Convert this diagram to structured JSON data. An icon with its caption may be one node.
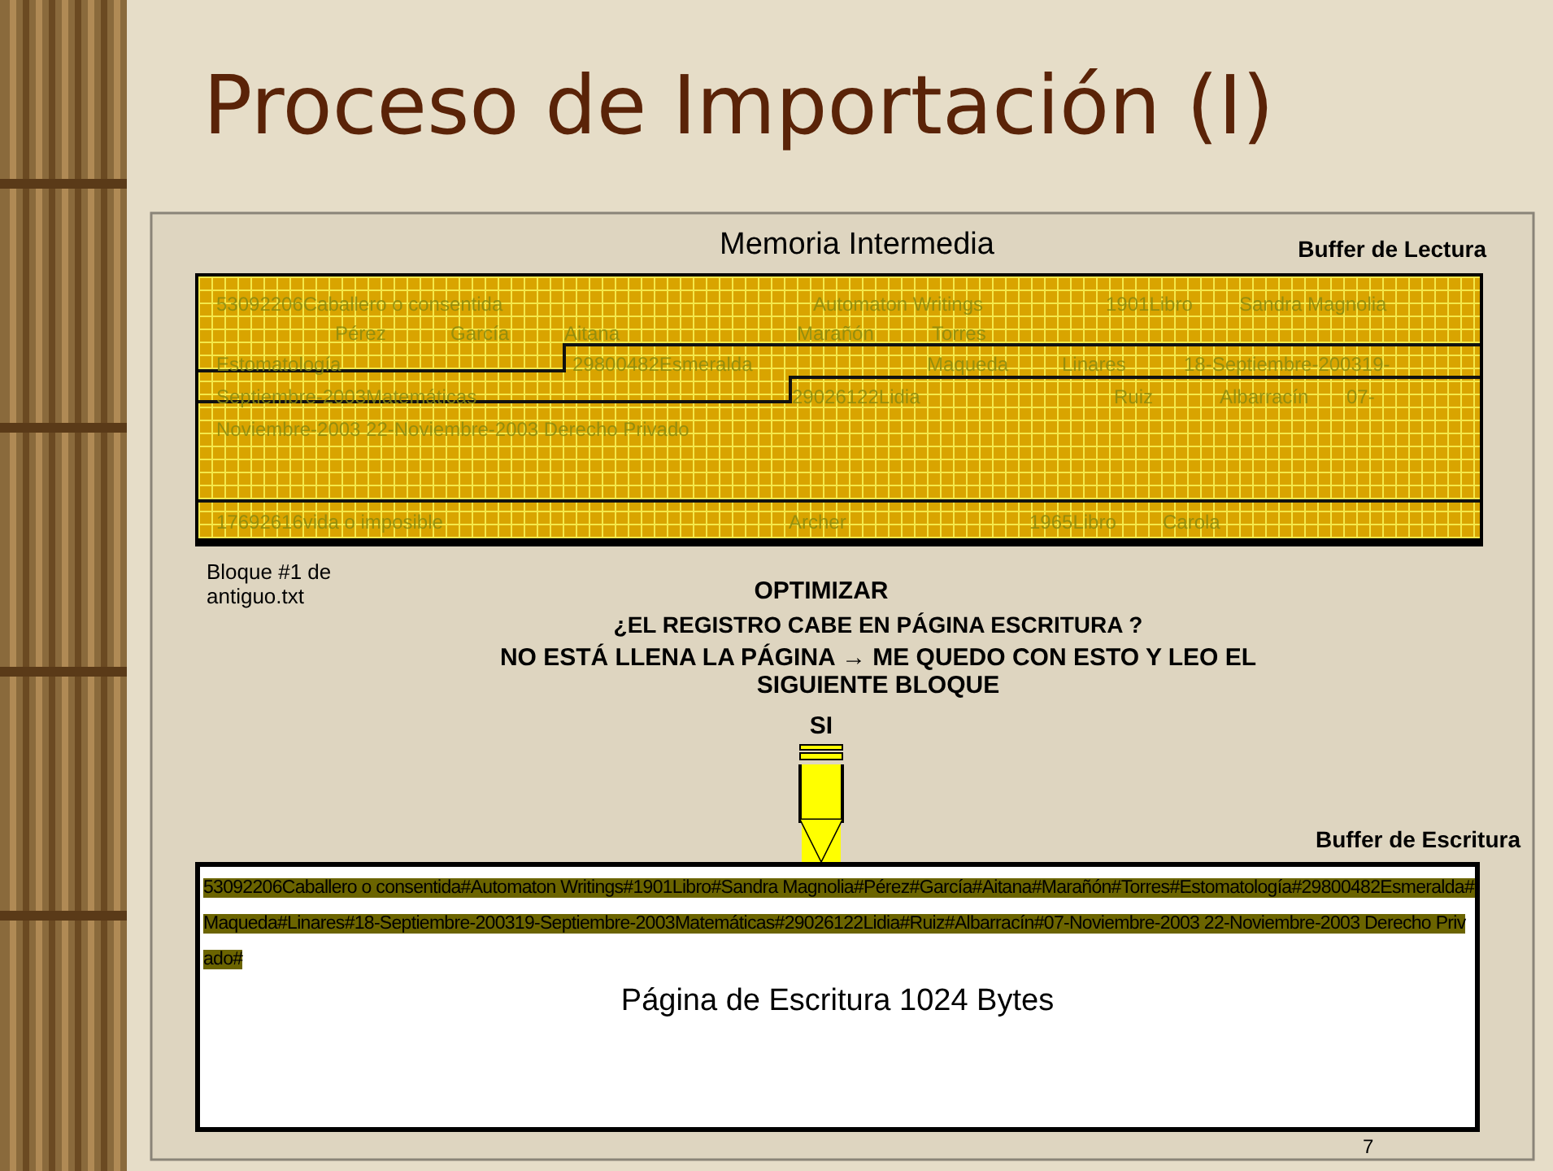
{
  "diagram": {
    "title": "Proceso de Importación (I)",
    "nodes": [
      {
        "text": [
          "Memoria Intermedia",
          "Buffer de Lectura"
        ]
      },
      {
        "text": [
          "Buffer de Escritura",
          "53092206Caballero o consentida#Automaton Writings#1901Libro#Sandra Magnolia#Pérez#García#Aitana#Marañón#Torres#Estomatología#29800482Esmeralda#Maqueda#Linares#18-Septiembre-200319-Septiembre-2003Matemáticas#29026122Lidia#Ruiz#Albarracín#07-Noviembre-2003 22-Noviembre-2003 Derecho Privado#",
          "Página de Escritura 1024 Bytes"
        ]
      }
    ],
    "edges": [
      {
        "from": null,
        "to": 1,
        "arrow": "to",
        "label": "SI"
      }
    ],
    "labels": [
      "53092206Caballero o consentida",
      "Automaton Writings",
      "1901Libro",
      "Sandra Magnolia",
      "Pérez",
      "García",
      "Aitana",
      "Marañón",
      "Torres",
      "Estomatología",
      "29800482Esmeralda",
      "Maqueda",
      "Linares",
      "18-Septiembre-200319-",
      "Septiembre-2003Matemáticas",
      "29026122Lidia",
      "Ruiz",
      "Albarracín",
      "07-",
      "Noviembre-2003 22-Noviembre-2003 Derecho Privado",
      "17692616vida o imposible",
      "Archer",
      "1965Libro",
      "Carola",
      "Bloque #1 de antiguo.txt",
      "OPTIMIZAR",
      "¿EL REGISTRO CABE EN PÁGINA ESCRITURA ?",
      "NO ESTÁ LLENA LA PÁGINA → ME QUEDO CON ESTO Y LEO EL SIGUIENTE BLOQUE",
      "7"
    ]
  }
}
